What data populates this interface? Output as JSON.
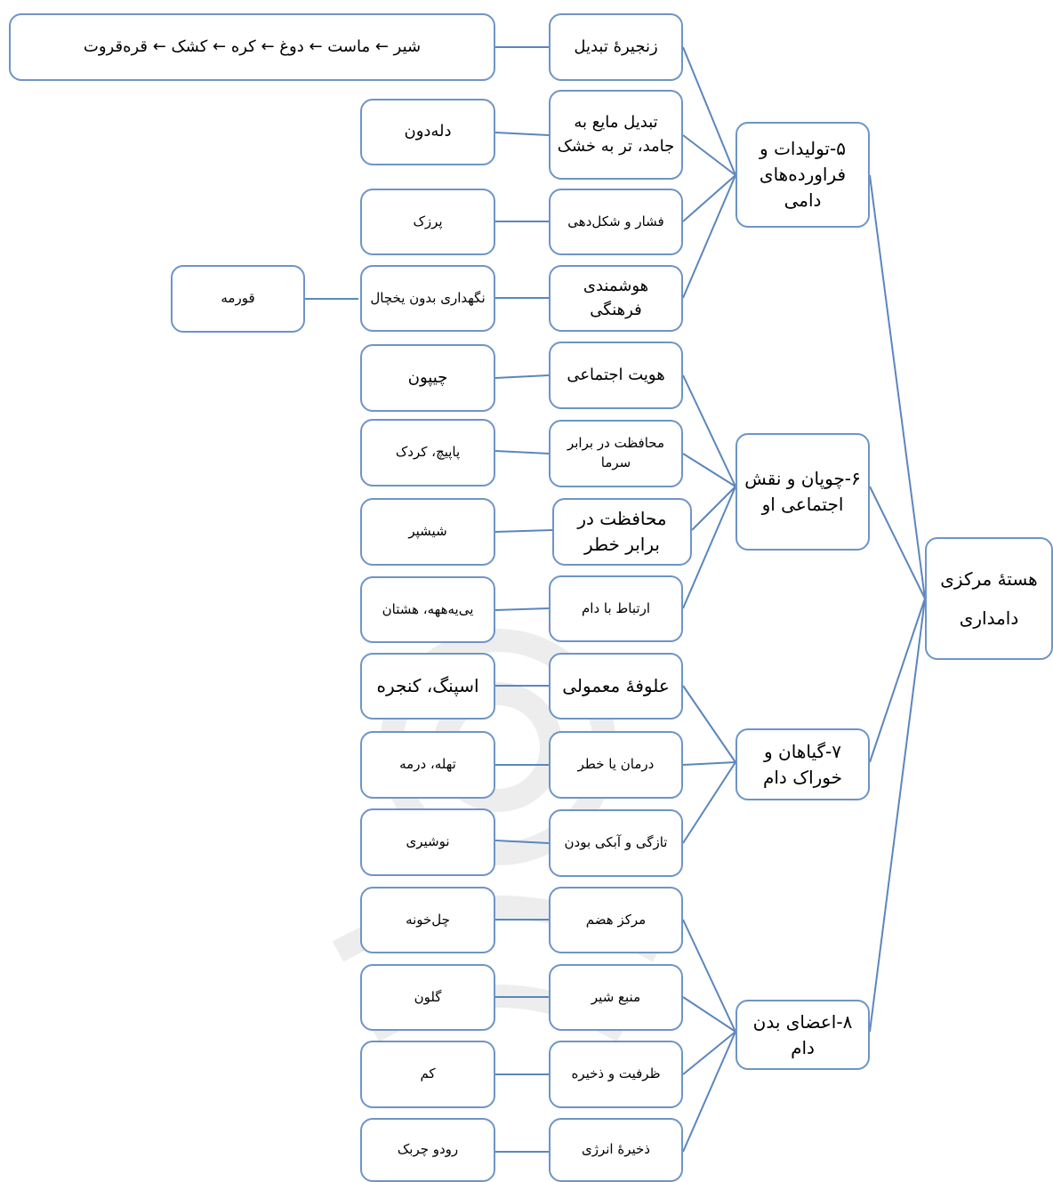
{
  "diagram": {
    "root": "هستهٔ مرکزی دامداری",
    "categories": [
      {
        "id": "cat5",
        "label": "۵-تولیدات و فراورده‌های دامی",
        "children": [
          {
            "concept": "زنجیرهٔ تبدیل",
            "example": "شیر ← ماست ← دوغ ← کره ← کشک ← قره‌قروت"
          },
          {
            "concept": "تبدیل مایع به جامد، تر به خشک",
            "example": "دله‌دون"
          },
          {
            "concept": "فشار و شکل‌دهی",
            "example": "پرزک"
          },
          {
            "concept": "هوشمندی فرهنگی",
            "example": "نگهداری بدون یخچال",
            "extra": "قورمه"
          }
        ]
      },
      {
        "id": "cat6",
        "label": "۶-چوپان و نقش اجتماعی او",
        "children": [
          {
            "concept": "هویت اجتماعی",
            "example": "چیپون"
          },
          {
            "concept": "محافظت در برابر سرما",
            "example": "پاپیچ، کردک"
          },
          {
            "concept": "محافظت در برابر خطر",
            "example": "شیشپر"
          },
          {
            "concept": "ارتباط با دام",
            "example": "یی‌یه‌ههه، هشتان"
          }
        ]
      },
      {
        "id": "cat7",
        "label": "۷-گیاهان و خوراک دام",
        "children": [
          {
            "concept": "علوفهٔ معمولی",
            "example": "اسپنگ، کنجره"
          },
          {
            "concept": "درمان یا خطر",
            "example": "تهله، درمه"
          },
          {
            "concept": "تازگی و آبکی بودن",
            "example": "نوشیری"
          }
        ]
      },
      {
        "id": "cat8",
        "label": "۸-اعضای بدن دام",
        "children": [
          {
            "concept": "مرکز هضم",
            "example": "چل‌خونه"
          },
          {
            "concept": "منبع شیر",
            "example": "گلون"
          },
          {
            "concept": "ظرفیت و ذخیره",
            "example": "کم"
          },
          {
            "concept": "ذخیرهٔ انرژی",
            "example": "رودو چربک"
          }
        ]
      }
    ]
  }
}
